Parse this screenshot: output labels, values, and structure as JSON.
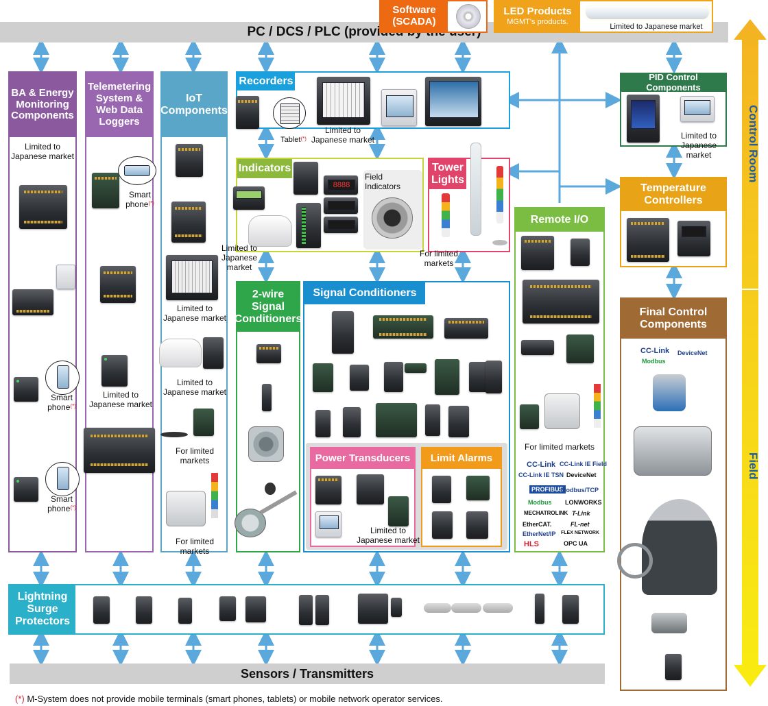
{
  "top_bar": "PC / DCS / PLC (provided by the user)",
  "bottom_bar": "Sensors / Transmitters",
  "software": {
    "line1": "Software",
    "line2": "(SCADA)"
  },
  "led": {
    "title": "LED Products",
    "sub": "MGMT's products.",
    "note": "Limited to Japanese market"
  },
  "side_labels": {
    "control_room": "Control Room",
    "field": "Field"
  },
  "ba": {
    "title": "BA & Energy Monitoring Components",
    "note": "Limited to Japanese market",
    "phone1": "Smart phone",
    "phone2": "Smart phone"
  },
  "telemetering": {
    "title": "Telemetering System & Web Data Loggers",
    "phone": "Smart phone",
    "note": "Limited to Japanese market"
  },
  "iot": {
    "title": "IoT Components",
    "note1": "Limited to Japanese market",
    "note2": "Limited to Japanese market",
    "note3": "For limited markets",
    "note4": "For limited markets"
  },
  "recorders": {
    "title": "Recorders",
    "tablet": "Tablet",
    "note": "Limited to Japanese market"
  },
  "indicators": {
    "title": "Indicators",
    "field": "Field Indicators",
    "note": "Limited to Japanese market"
  },
  "tower": {
    "title": "Tower Lights",
    "note": "For limited markets"
  },
  "pid": {
    "title": "PID Control Components",
    "note": "Limited to Japanese market"
  },
  "temperature": {
    "title": "Temperature Controllers"
  },
  "two_wire": {
    "title": "2-wire Signal Conditioners"
  },
  "signal": {
    "title": "Signal Conditioners"
  },
  "power": {
    "title": "Power Transducers",
    "note": "Limited to Japanese market"
  },
  "limit": {
    "title": "Limit Alarms"
  },
  "remote": {
    "title": "Remote I/O",
    "note": "For limited markets",
    "networks": [
      "CC-Link",
      "CC-Link IE Field",
      "CC-Link IE TSN",
      "DeviceNet",
      "PROFIBUS",
      "Modbus/TCP",
      "Modbus",
      "LONWORKS",
      "MECHATROLINK",
      "T-Link",
      "EtherCAT.",
      "FL-net",
      "EtherNet/IP",
      "FLEX NETWORK",
      "HLS",
      "OPC UA"
    ]
  },
  "final": {
    "title": "Final Control Components",
    "networks": [
      "CC-Link",
      "DeviceNet",
      "Modbus"
    ]
  },
  "lightning": {
    "title": "Lightning Surge Protectors"
  },
  "asterisk": "(*)",
  "footnote": "M-System does not provide mobile terminals (smart phones, tablets) or mobile network operator services.",
  "colors": {
    "ba": "#8b5a9e",
    "telemetering": "#9966b0",
    "iot": "#5aa6c8",
    "recorders": "#1aa0dc",
    "indicators": "#8cb83c",
    "tower": "#e0446a",
    "pid": "#2f7a4a",
    "temperature": "#e8a317",
    "two_wire": "#2fa64a",
    "signal": "#1a8fd0",
    "power": "#e86aa0",
    "limit": "#f29a1a",
    "remote": "#7bbd43",
    "final": "#a06a35",
    "lightning": "#2bb0c9",
    "software": "#ee6a12",
    "led": "#f0a31a",
    "arrow": "#5aa8dc"
  }
}
